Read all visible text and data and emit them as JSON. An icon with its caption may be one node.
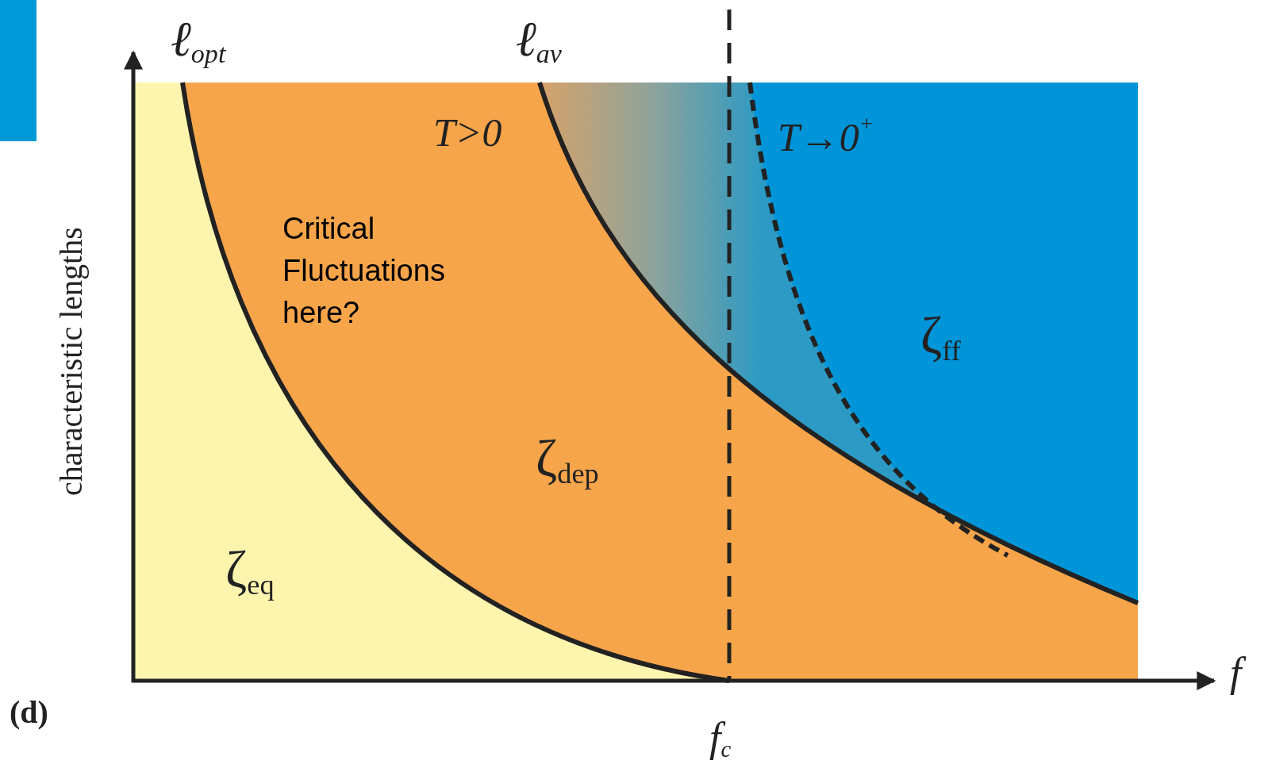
{
  "diagram": {
    "nodes": [
      {
        "text": [],
        "shape": "bar"
      }
    ],
    "labels": [
      "ℓ$_{opt}$",
      "ℓ$_{av}$",
      "T>0",
      "T→0$^{+}$",
      "characteristic lengths",
      "Critical Fluctuations here?",
      "ζ$_{ff}$",
      "ζ$_{dep}$",
      "ζ$_{eq}$",
      "(d)",
      "f",
      "f$_{c}$"
    ]
  }
}
